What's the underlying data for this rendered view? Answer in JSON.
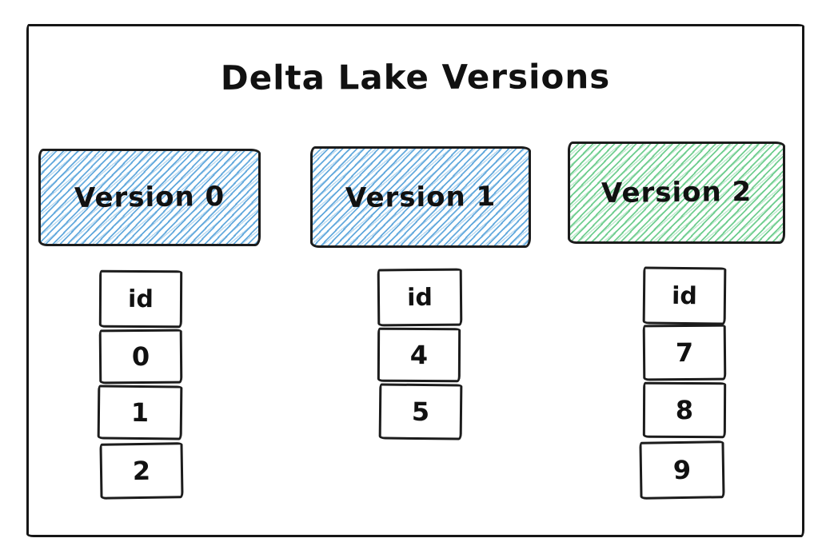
{
  "diagram": {
    "title": "Delta Lake Versions",
    "colors": {
      "blue_hatch": "#509fd9",
      "green_hatch": "#5ec882",
      "gray_hatch": "#a5a5a5",
      "stroke": "#1c1c1c",
      "background": "#ffffff"
    },
    "versions": [
      {
        "label": "Version 0",
        "fill": "blue-hatch",
        "table": {
          "header": "id",
          "rows": [
            "0",
            "1",
            "2"
          ]
        }
      },
      {
        "label": "Version 1",
        "fill": "blue-hatch",
        "table": {
          "header": "id",
          "rows": [
            "4",
            "5"
          ]
        }
      },
      {
        "label": "Version 2",
        "fill": "green-hatch",
        "table": {
          "header": "id",
          "rows": [
            "7",
            "8",
            "9"
          ]
        }
      }
    ]
  }
}
